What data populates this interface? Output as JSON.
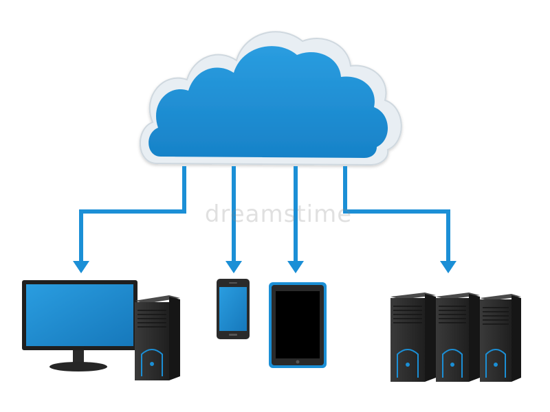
{
  "diagram": {
    "type": "cloud-computing-network",
    "colors": {
      "cloud_fill": "#1b8fd6",
      "cloud_rim": "#e8eef3",
      "connector": "#1b8fd6",
      "device_body": "#2c2c2c",
      "screen_blue": "#1b8fd6",
      "tablet_bezel": "#1b8fd6",
      "background": "#ffffff"
    },
    "nodes": [
      {
        "id": "cloud",
        "icon": "cloud-icon"
      },
      {
        "id": "desktop",
        "icon": "desktop-computer-icon"
      },
      {
        "id": "smartphone",
        "icon": "smartphone-icon"
      },
      {
        "id": "tablet",
        "icon": "tablet-icon"
      },
      {
        "id": "servers",
        "icon": "server-rack-icon"
      }
    ],
    "edges": [
      {
        "from": "cloud",
        "to": "desktop"
      },
      {
        "from": "cloud",
        "to": "smartphone"
      },
      {
        "from": "cloud",
        "to": "tablet"
      },
      {
        "from": "cloud",
        "to": "servers"
      }
    ],
    "watermark": "dreamstime"
  }
}
